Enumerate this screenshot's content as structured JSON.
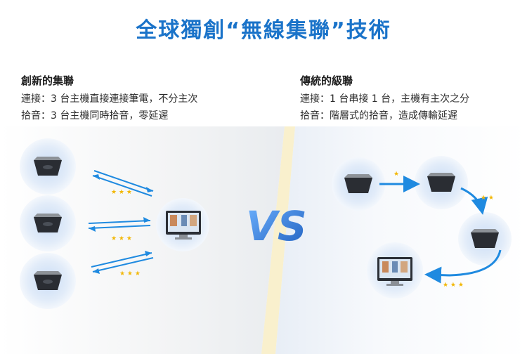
{
  "title": "全球獨創“無線集聯”技術",
  "left": {
    "heading": "創新的集聯",
    "line1": "連接：3 台主機直接連接筆電，不分主次",
    "line2": "拾音：3 台主機同時拾音，零延遲"
  },
  "right": {
    "heading": "傳統的級聯",
    "line1": "連接：1 台串接 1 台，主機有主次之分",
    "line2": "拾音：階層式的拾音，造成傳輸延遲"
  },
  "vs_text": "VS",
  "colors": {
    "accent": "#1a73c9",
    "star": "#f2b705"
  },
  "icons": [
    "speakerphone-icon",
    "monitor-icon",
    "star-icon",
    "arrow-icon"
  ]
}
